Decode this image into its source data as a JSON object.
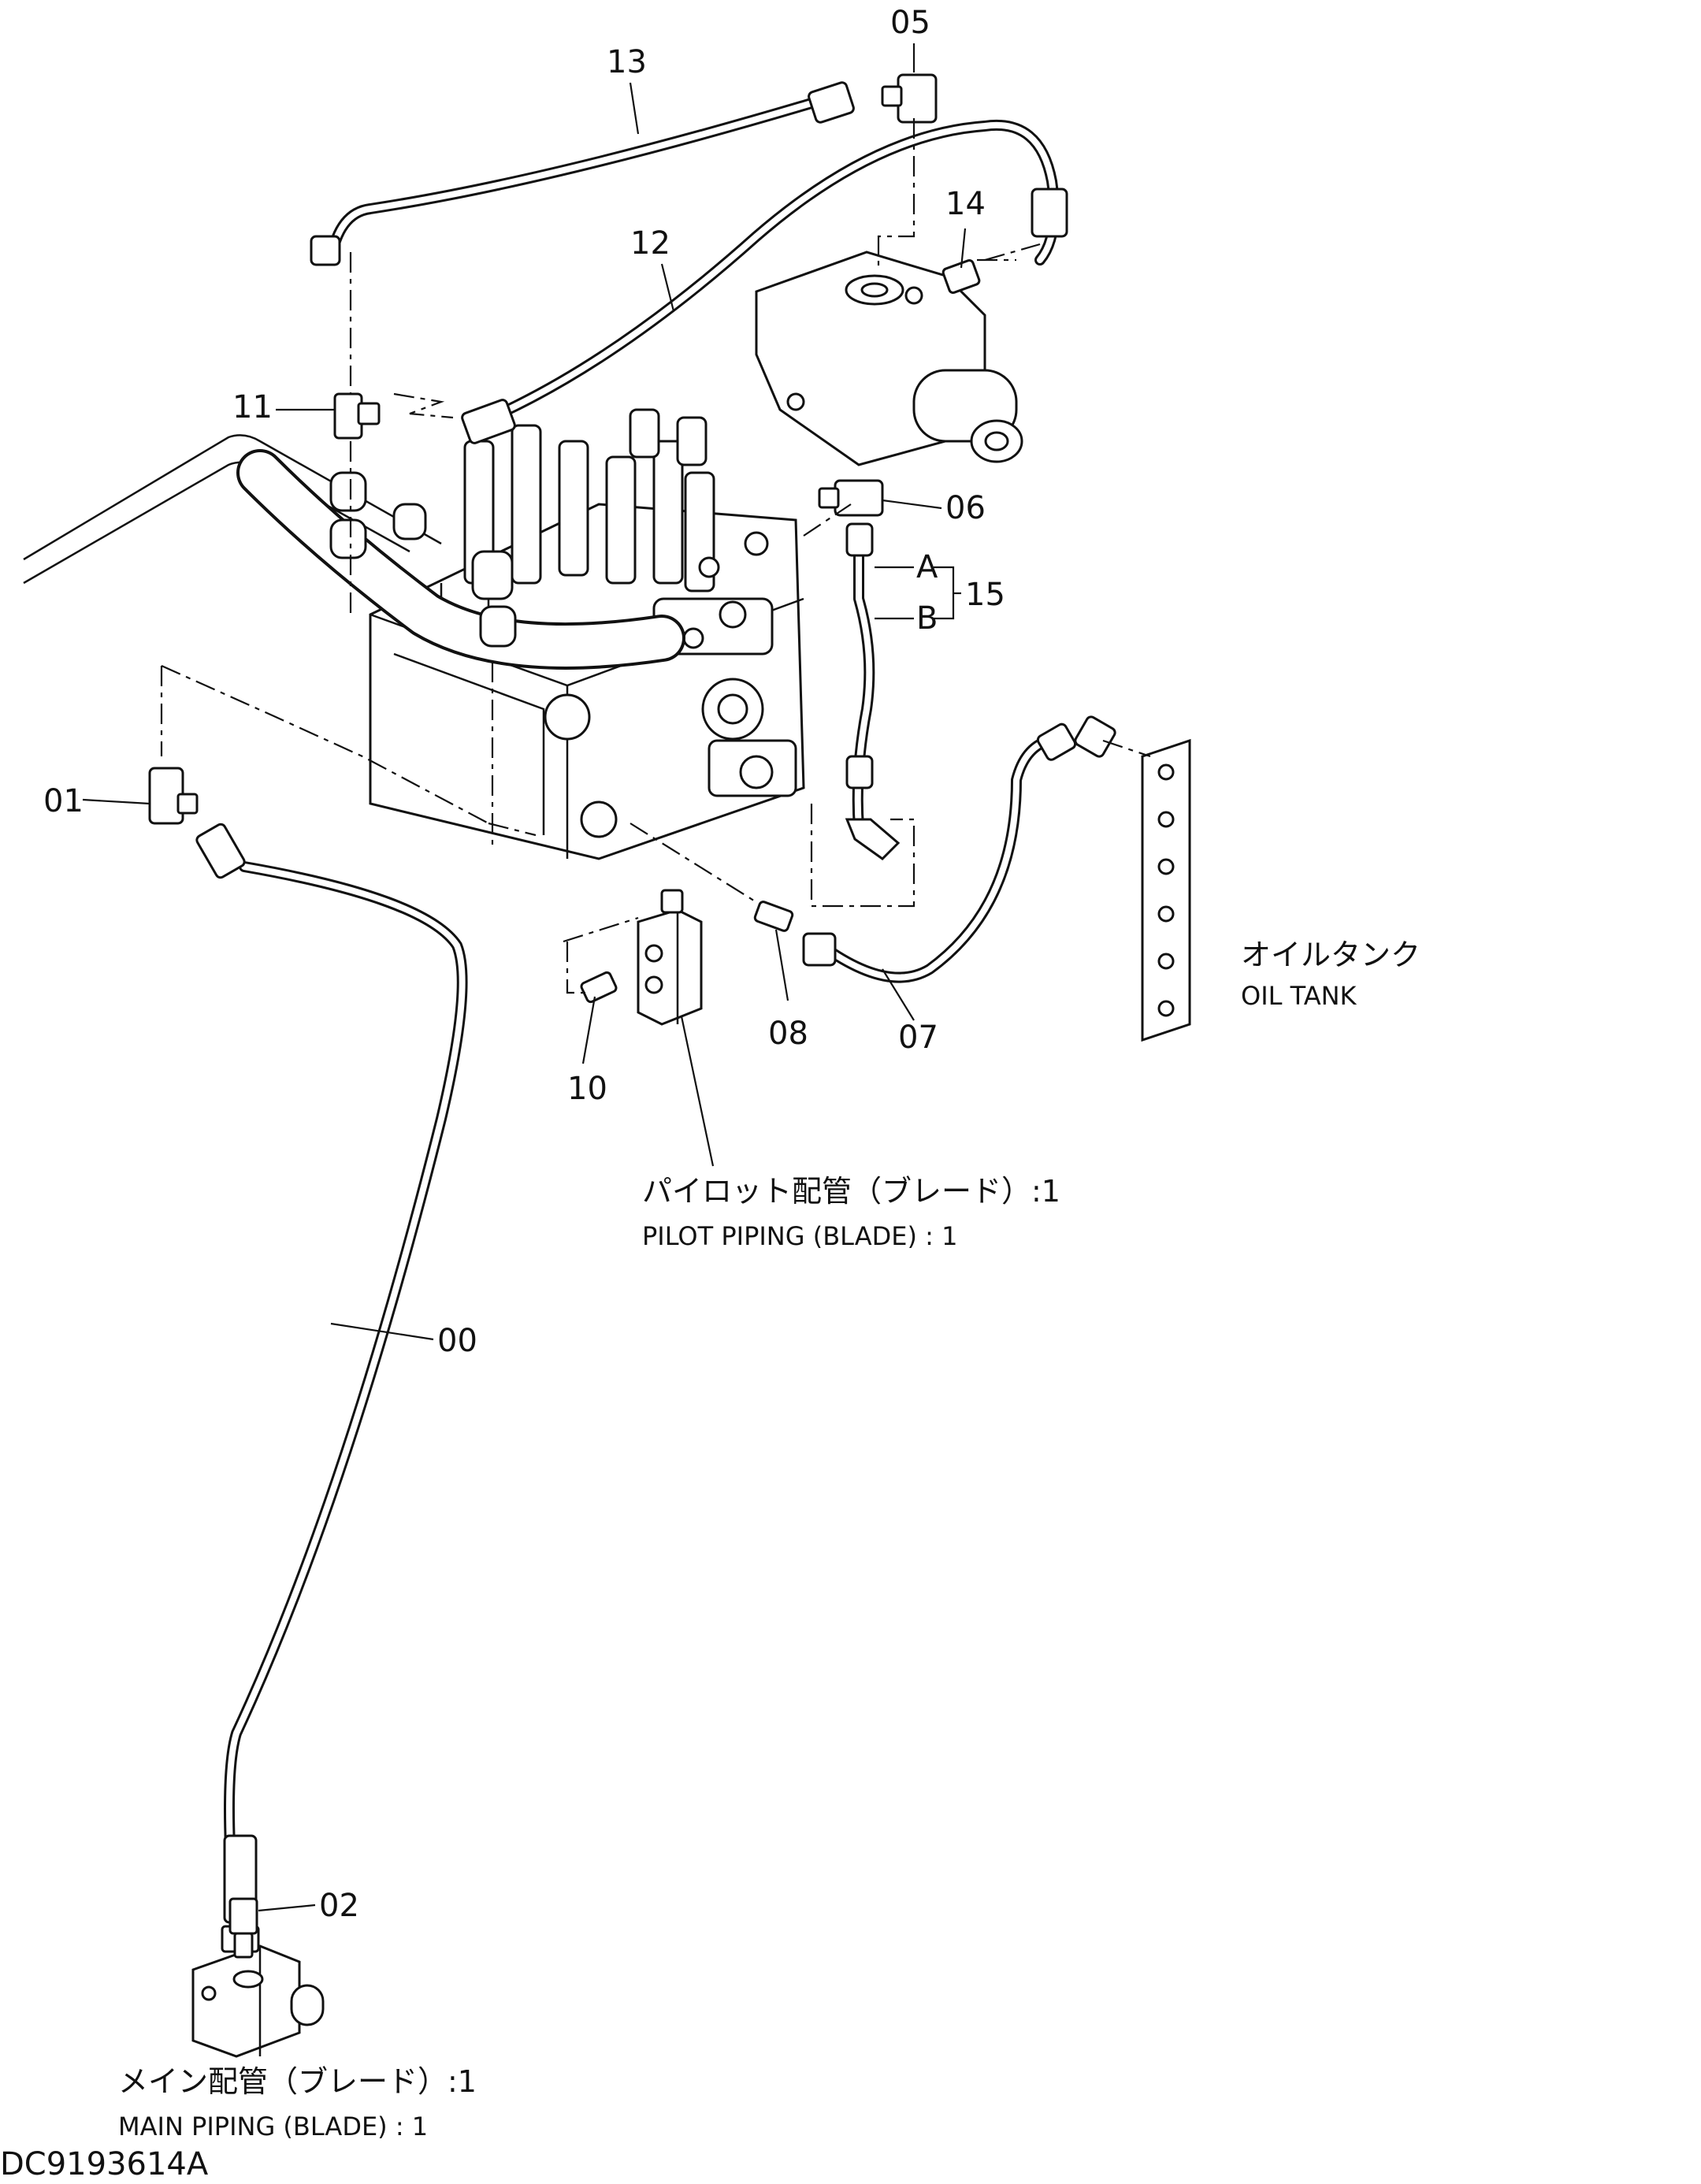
{
  "labels": {
    "p00": "00",
    "p01": "01",
    "p02": "02",
    "p05": "05",
    "p06": "06",
    "p07": "07",
    "p08": "08",
    "p10": "10",
    "p11": "11",
    "p12": "12",
    "p13": "13",
    "p14": "14",
    "p15": "15",
    "pA": "A",
    "pB": "B"
  },
  "captions": {
    "oil_tank_jp": "オイルタンク",
    "oil_tank_en": "OIL TANK",
    "pilot_jp": "パイロット配管（ブレード）:1",
    "pilot_en": "PILOT PIPING (BLADE) : 1",
    "main_jp": "メイン配管（ブレード）:1",
    "main_en": "MAIN PIPING (BLADE) : 1"
  },
  "drawing_code": "DC9193614A"
}
